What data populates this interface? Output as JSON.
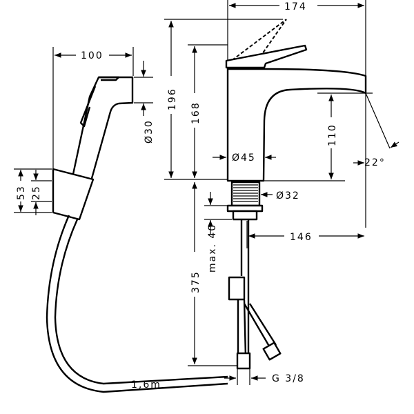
{
  "dimensions": {
    "handshower_width": "100",
    "handshower_diameter": "Ø30",
    "holder_height": "53",
    "holder_inner": "25",
    "overall_height": "196",
    "spout_top_height": "168",
    "faucet_depth": "174",
    "spout_height": "110",
    "spout_angle": "22°",
    "body_diameter": "Ø45",
    "thread_diameter": "Ø32",
    "max_deck_thickness": "max. 40",
    "spout_reach": "146",
    "connection_length": "375",
    "connection_thread": "G 3/8",
    "hose_length": "1,6m"
  }
}
